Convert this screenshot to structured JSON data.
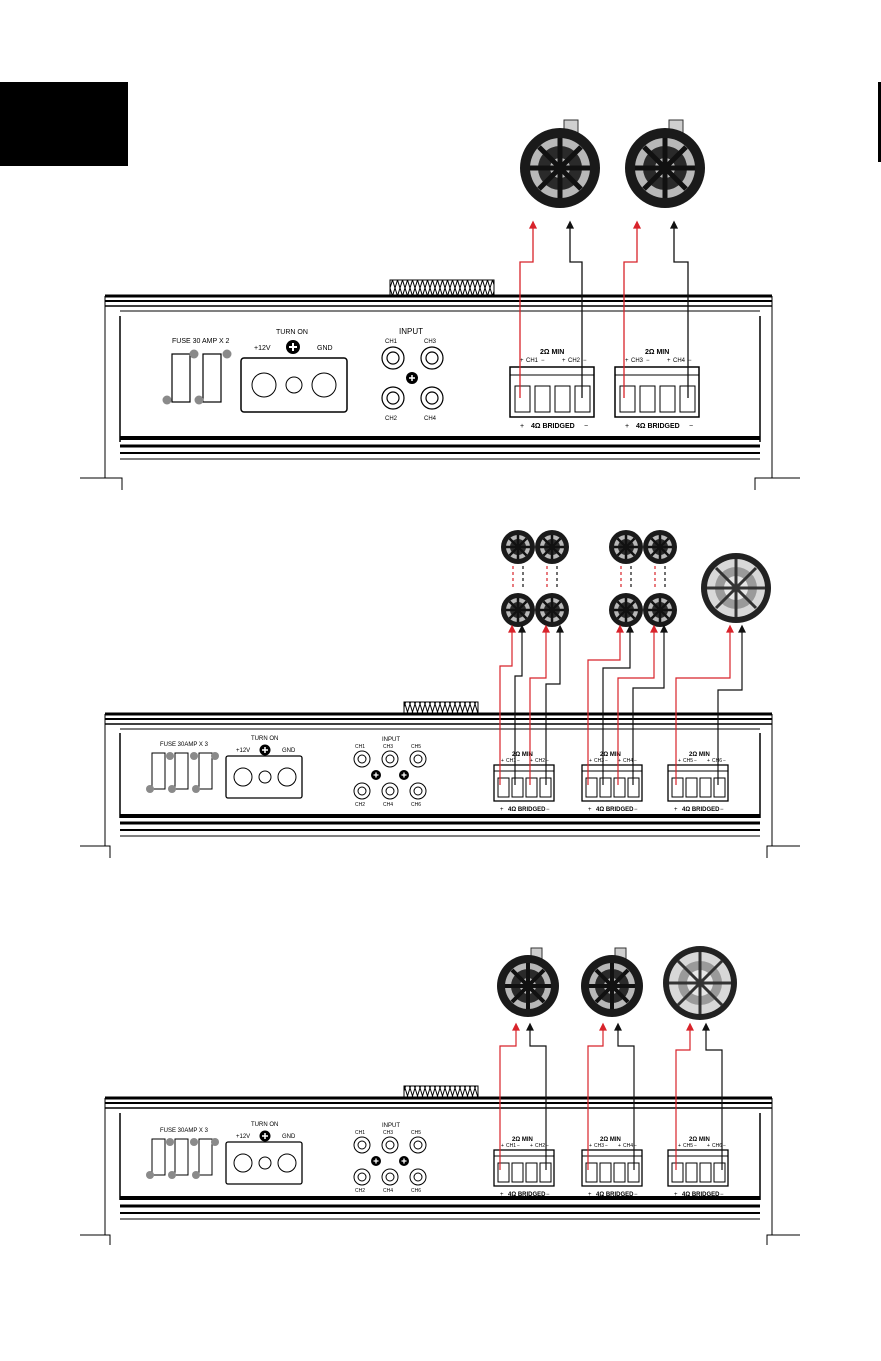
{
  "colors": {
    "positive_wire": "#d8232a",
    "negative_wire": "#111111",
    "panel_line": "#000000",
    "connector_gray": "#8a8a8a"
  },
  "diagrams": [
    {
      "fuse_label": "FUSE 30 AMP X 2",
      "turn_on_label": "TURN ON",
      "plus12v_label": "+12V",
      "gnd_label": "GND",
      "input_label": "INPUT",
      "input_channels": [
        "CH1",
        "CH3",
        "CH2",
        "CH4"
      ],
      "min_label": "2Ω MIN",
      "bridged_label": "4Ω BRIDGED",
      "plus_sign": "+",
      "minus_sign": "−",
      "outputs": [
        {
          "left_channel": "CH1",
          "right_channel": "CH2"
        },
        {
          "left_channel": "CH3",
          "right_channel": "CH4"
        }
      ],
      "speaker_icons": [
        "tower-speaker-icon",
        "tower-speaker-icon"
      ]
    },
    {
      "fuse_label": "FUSE 30AMP X 3",
      "turn_on_label": "TURN ON",
      "plus12v_label": "+12V",
      "gnd_label": "GND",
      "input_label": "INPUT",
      "input_channels": [
        "CH1",
        "CH3",
        "CH5",
        "CH2",
        "CH4",
        "CH6"
      ],
      "min_label": "2Ω MIN",
      "bridged_label": "4Ω BRIDGED",
      "plus_sign": "+",
      "minus_sign": "−",
      "outputs": [
        {
          "left_channel": "CH1",
          "right_channel": "CH2"
        },
        {
          "left_channel": "CH3",
          "right_channel": "CH4"
        },
        {
          "left_channel": "CH5",
          "right_channel": "CH6"
        }
      ],
      "speaker_icons": [
        "small-speaker-icon",
        "small-speaker-icon",
        "small-speaker-icon",
        "small-speaker-icon",
        "small-speaker-icon",
        "small-speaker-icon",
        "small-speaker-icon",
        "small-speaker-icon",
        "subwoofer-icon"
      ]
    },
    {
      "fuse_label": "FUSE 30AMP X 3",
      "turn_on_label": "TURN ON",
      "plus12v_label": "+12V",
      "gnd_label": "GND",
      "input_label": "INPUT",
      "input_channels": [
        "CH1",
        "CH3",
        "CH5",
        "CH2",
        "CH4",
        "CH6"
      ],
      "min_label": "2Ω MIN",
      "bridged_label": "4Ω BRIDGED",
      "plus_sign": "+",
      "minus_sign": "−",
      "outputs": [
        {
          "left_channel": "CH1",
          "right_channel": "CH2"
        },
        {
          "left_channel": "CH3",
          "right_channel": "CH4"
        },
        {
          "left_channel": "CH5",
          "right_channel": "CH6"
        }
      ],
      "speaker_icons": [
        "tower-speaker-icon",
        "tower-speaker-icon",
        "subwoofer-icon"
      ]
    }
  ]
}
